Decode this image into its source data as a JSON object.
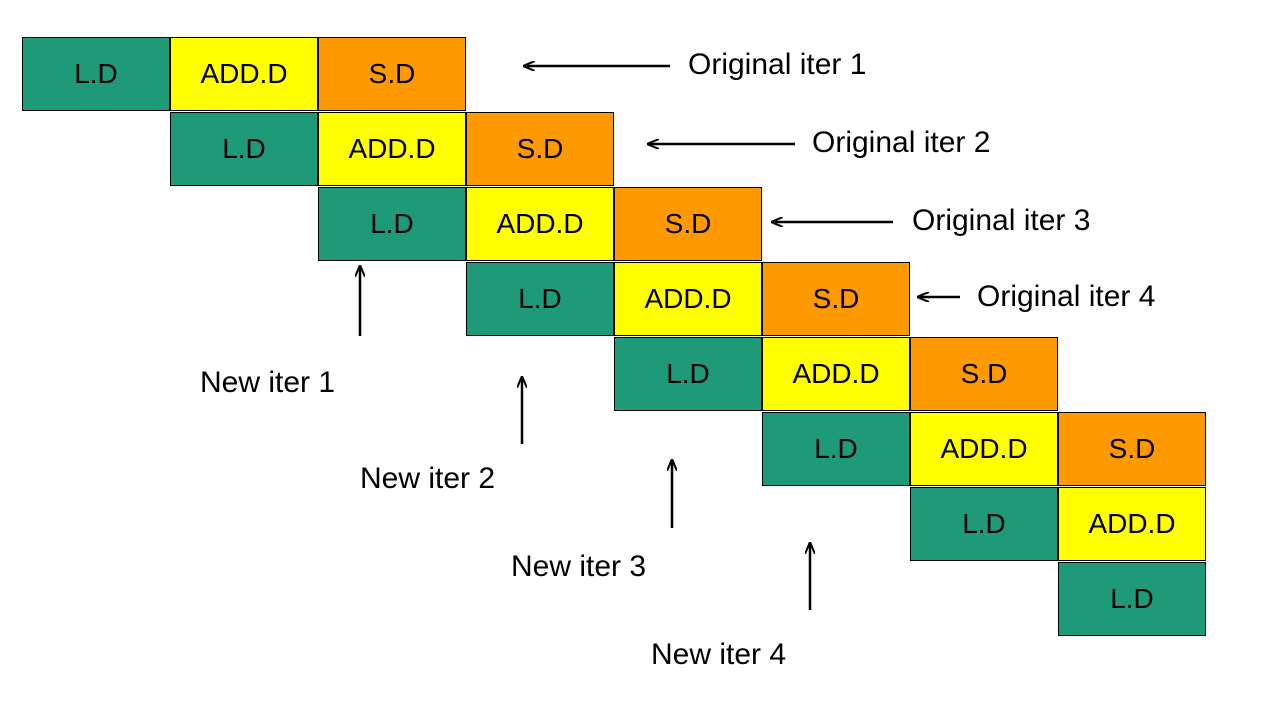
{
  "colors": {
    "ld": "#1f9a78",
    "add": "#ffff00",
    "sd": "#ff9900"
  },
  "stages": [
    "L.D",
    "ADD.D",
    "S.D"
  ],
  "rows": [
    {
      "cells": [
        "L.D",
        "ADD.D",
        "S.D"
      ]
    },
    {
      "cells": [
        "L.D",
        "ADD.D",
        "S.D"
      ]
    },
    {
      "cells": [
        "L.D",
        "ADD.D",
        "S.D"
      ]
    },
    {
      "cells": [
        "L.D",
        "ADD.D",
        "S.D"
      ]
    },
    {
      "cells": [
        "L.D",
        "ADD.D",
        "S.D"
      ]
    },
    {
      "cells": [
        "L.D",
        "ADD.D",
        "S.D"
      ]
    },
    {
      "cells": [
        "L.D",
        "ADD.D"
      ]
    },
    {
      "cells": [
        "L.D"
      ]
    }
  ],
  "original_labels": [
    "Original iter  1",
    "Original iter  2",
    "Original iter  3",
    "Original iter  4"
  ],
  "new_labels": [
    "New iter  1",
    "New iter  2",
    "New iter  3",
    "New iter  4"
  ]
}
